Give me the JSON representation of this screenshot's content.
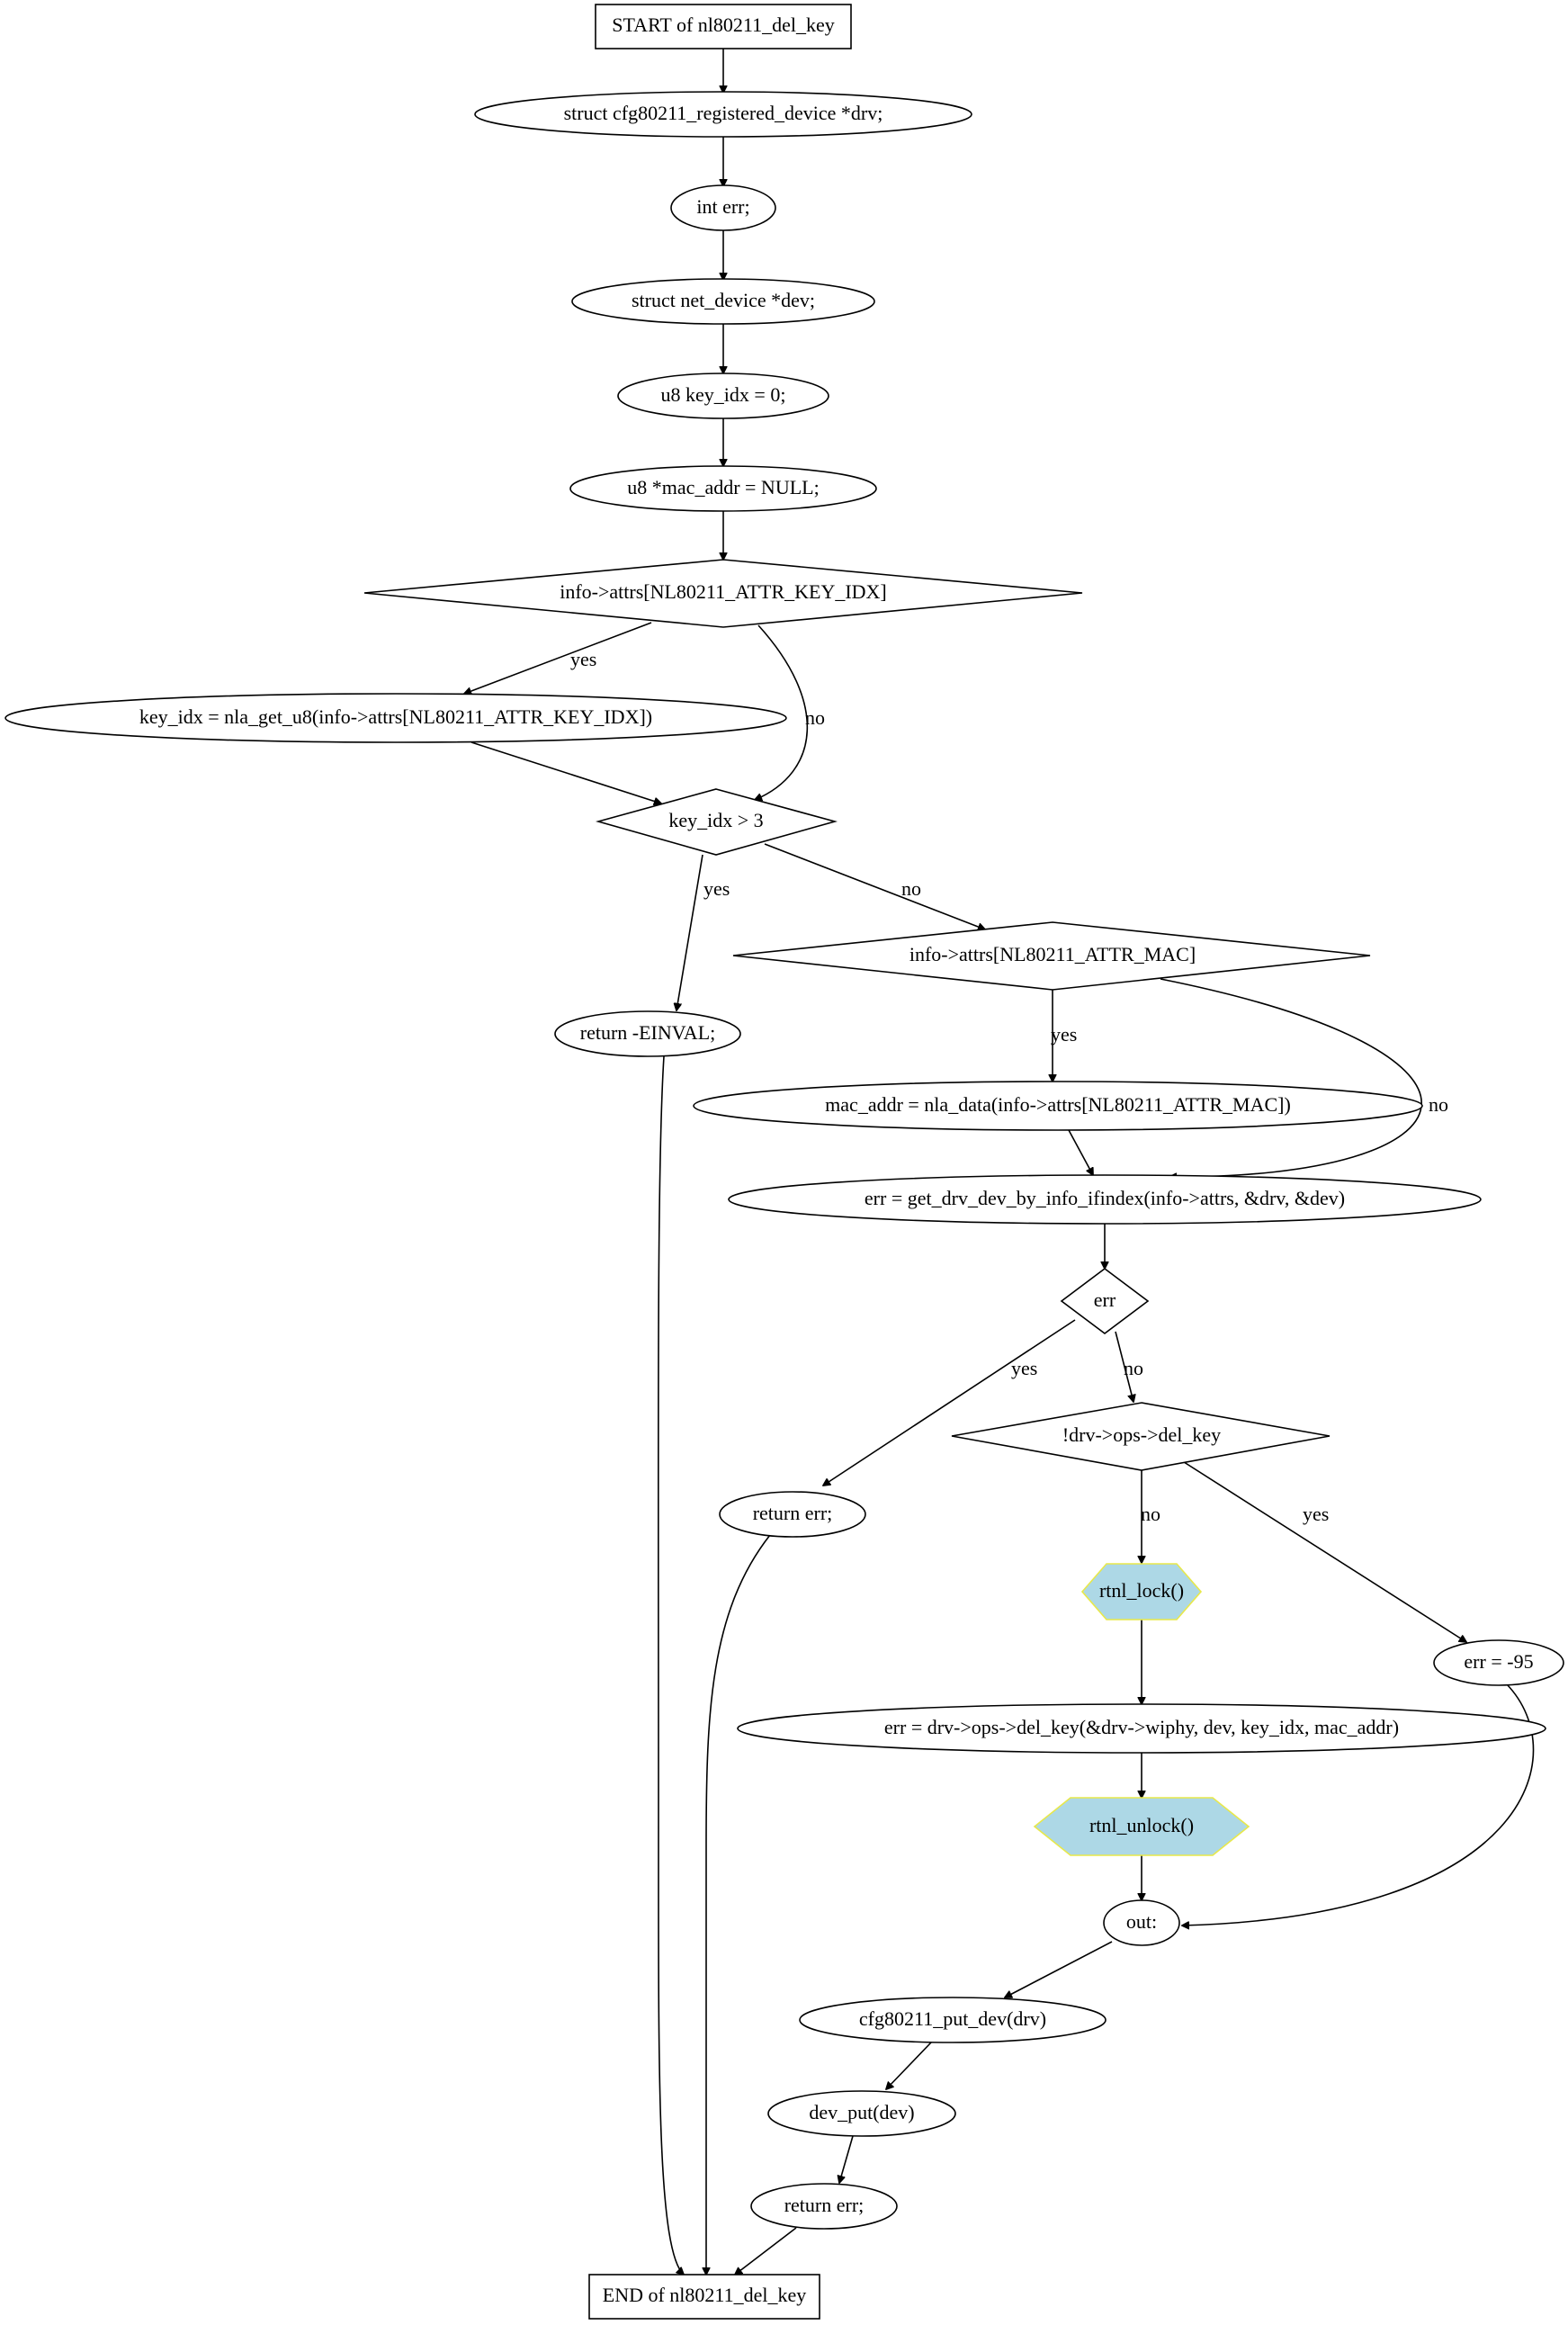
{
  "nodes": {
    "start": "START of nl80211_del_key",
    "decl_drv": "struct cfg80211_registered_device *drv;",
    "decl_err": "int err;",
    "decl_dev": "struct net_device *dev;",
    "decl_key_idx": "u8 key_idx = 0;",
    "decl_mac_addr": "u8 *mac_addr = NULL;",
    "cond_key_idx_attr": "info->attrs[NL80211_ATTR_KEY_IDX]",
    "assign_key_idx": "key_idx = nla_get_u8(info->attrs[NL80211_ATTR_KEY_IDX])",
    "cond_key_idx_gt3": "key_idx > 3",
    "return_einval": "return -EINVAL;",
    "cond_mac_attr": "info->attrs[NL80211_ATTR_MAC]",
    "assign_mac_addr": "mac_addr = nla_data(info->attrs[NL80211_ATTR_MAC])",
    "get_drv_dev": "err = get_drv_dev_by_info_ifindex(info->attrs, &drv, &dev)",
    "cond_err": "err",
    "return_err_1": "return err;",
    "cond_del_key": "!drv->ops->del_key",
    "rtnl_lock": "rtnl_lock()",
    "err_95": "err = -95",
    "call_del_key": "err = drv->ops->del_key(&drv->wiphy, dev, key_idx, mac_addr)",
    "rtnl_unlock": "rtnl_unlock()",
    "label_out": "out:",
    "put_dev_drv": "cfg80211_put_dev(drv)",
    "dev_put": "dev_put(dev)",
    "return_err_2": "return err;",
    "end": "END of nl80211_del_key"
  },
  "edge_labels": {
    "yes": "yes",
    "no": "no"
  },
  "colors": {
    "lock_fill": "#add8e6",
    "lock_stroke": "#e8e84a"
  }
}
